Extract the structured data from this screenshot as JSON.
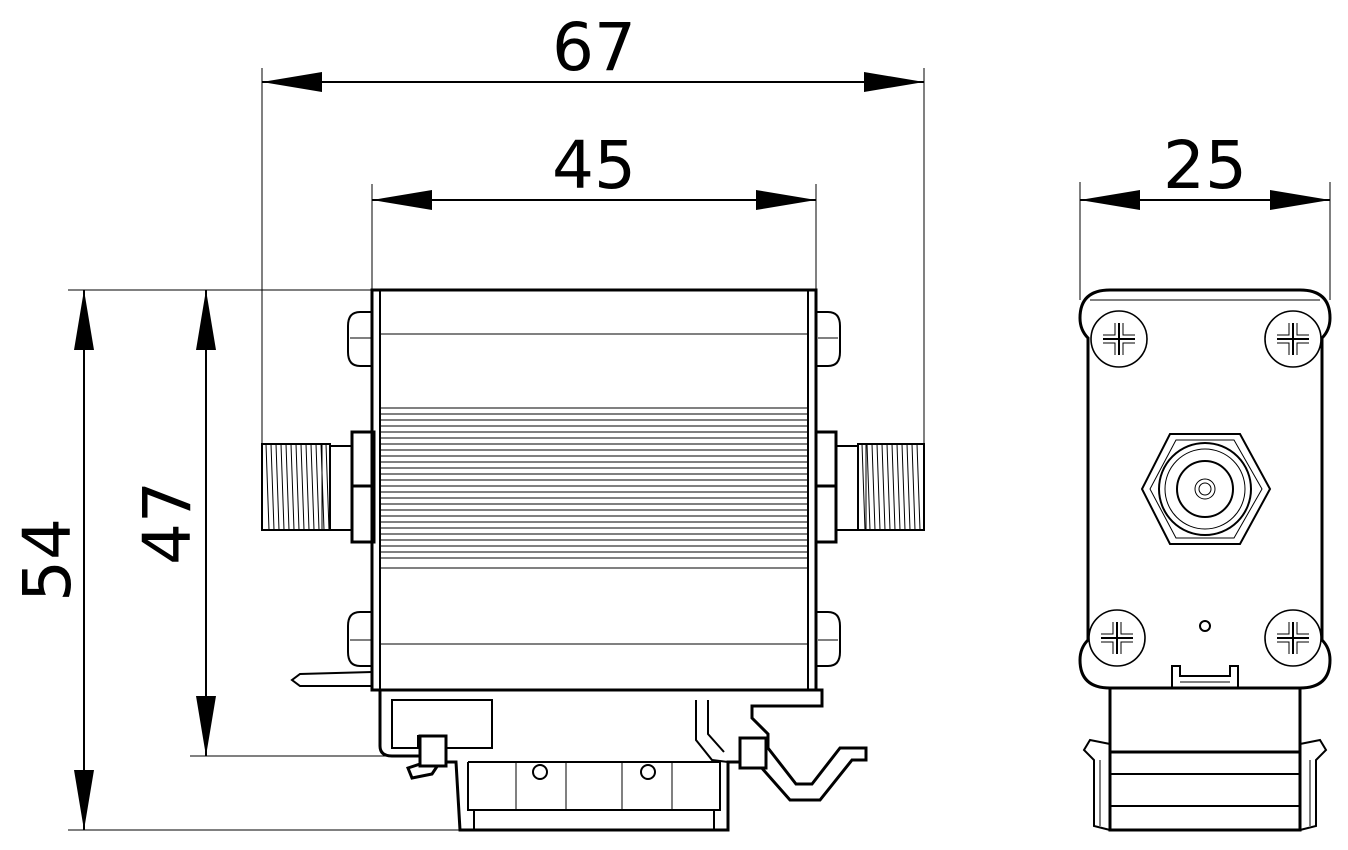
{
  "dimensions": {
    "overall_width": "67",
    "body_width": "45",
    "side_width": "25",
    "overall_height": "54",
    "body_height": "47"
  },
  "colors": {
    "line": "#000000",
    "background": "#ffffff"
  }
}
